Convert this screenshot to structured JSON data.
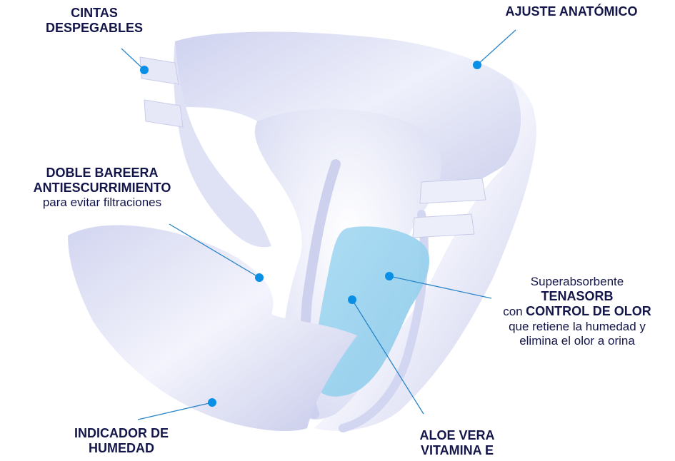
{
  "labels": {
    "cintas": {
      "line1": "CINTAS",
      "line2": "DESPEGABLES"
    },
    "ajuste": {
      "line1": "AJUSTE ANATÓMICO"
    },
    "barrera": {
      "line1": "DOBLE BAREERA",
      "line2": "ANTIESCURRIMIENTO",
      "line3": "para evitar filtraciones"
    },
    "superabsorbente": {
      "line1": "Superabsorbente",
      "line2": "TENASORB",
      "line3_prefix": "con",
      "line3_bold": "CONTROL DE OLOR",
      "line4": "que retiene la humedad  y",
      "line5": "elimina  el olor a orina"
    },
    "indicador": {
      "line1": "INDICADOR DE",
      "line2": "HUMEDAD"
    },
    "aloe": {
      "line1": "ALOE VERA",
      "line2": "VITAMINA E"
    }
  },
  "colors": {
    "label_text": "#14164a",
    "callout_line": "#2a86c9",
    "callout_dot": "#0a8fe6",
    "diaper_shade": "#c9ccec",
    "diaper_light": "#f1f2fb",
    "absorbent_pad": "#9fd4ef",
    "background": "#ffffff"
  }
}
